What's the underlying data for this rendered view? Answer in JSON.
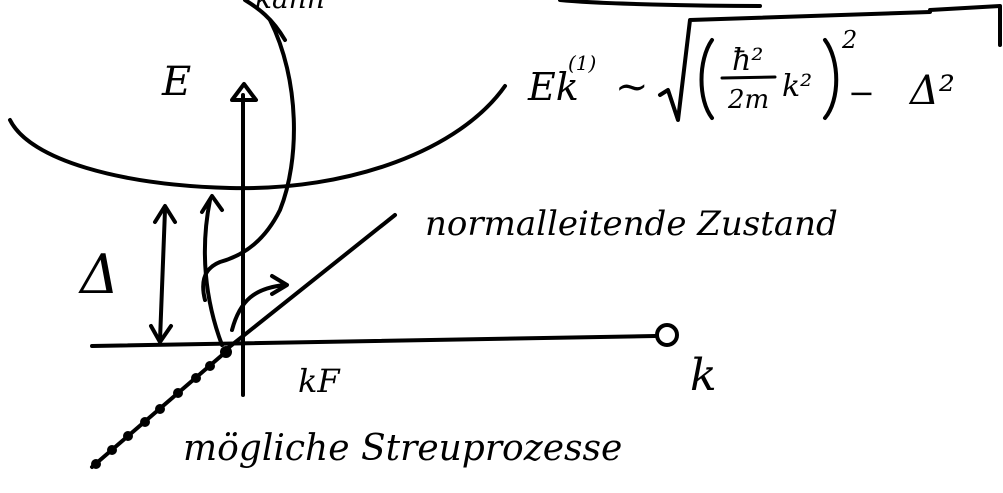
{
  "labels": {
    "top_fragment": "kann",
    "energy_axis": "E",
    "gap_symbol": "Δ",
    "k_axis": "k",
    "fermi_wavevector": "kF",
    "normal_state": "normalleitende Zustand",
    "scattering": "mögliche Streuprozesse"
  },
  "formula": {
    "lhs": "Ek",
    "superscript": "(1)",
    "relation": "~",
    "numerator": "ħ²",
    "denominator": "2m",
    "k_squared": "k²",
    "outer_power": "2",
    "minus": "−",
    "delta_squared": "Δ²"
  },
  "colors": {
    "ink": "#000000",
    "paper": "#ffffff"
  }
}
